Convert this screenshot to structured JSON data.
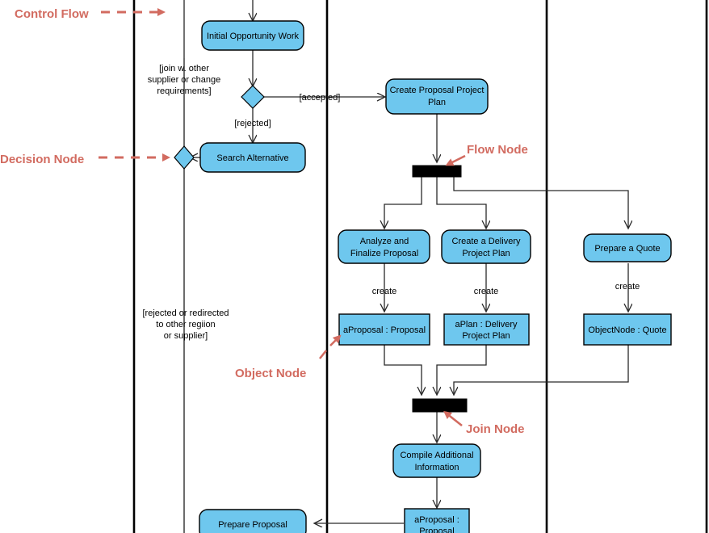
{
  "diagram": {
    "type": "uml-activity-diagram",
    "background": "#ffffff",
    "node_fill": "#6ec7ee",
    "node_stroke": "#000000",
    "annotation_color": "#d26b60",
    "bar_color": "#000000"
  },
  "annotations": [
    {
      "id": "control-flow",
      "label": "Control Flow"
    },
    {
      "id": "decision-node",
      "label": "Decision Node"
    },
    {
      "id": "flow-node",
      "label": "Flow Node"
    },
    {
      "id": "object-node",
      "label": "Object Node"
    },
    {
      "id": "join-node",
      "label": "Join Node"
    }
  ],
  "activities": [
    {
      "id": "initial-opportunity-work",
      "line1": "Initial Opportunity Work",
      "line2": ""
    },
    {
      "id": "search-alternative",
      "line1": "Search Alternative",
      "line2": ""
    },
    {
      "id": "create-proposal-project-plan",
      "line1": "Create Proposal Project",
      "line2": "Plan"
    },
    {
      "id": "analyze-and-finalize-proposal",
      "line1": "Analyze and",
      "line2": "Finalize Proposal"
    },
    {
      "id": "create-a-delivery-project-plan",
      "line1": "Create a Delivery",
      "line2": "Project Plan"
    },
    {
      "id": "prepare-a-quote",
      "line1": "Prepare a Quote",
      "line2": ""
    },
    {
      "id": "compile-additional-information",
      "line1": "Compile Additional",
      "line2": "Information"
    },
    {
      "id": "prepare-proposal",
      "line1": "Prepare Proposal",
      "line2": ""
    }
  ],
  "object_nodes": [
    {
      "id": "aproposal-proposal",
      "line1": "aProposal : Proposal",
      "line2": ""
    },
    {
      "id": "aplan-delivery-project-plan",
      "line1": "aPlan : Delivery",
      "line2": "Project Plan"
    },
    {
      "id": "objectnode-quote",
      "line1": "ObjectNode : Quote",
      "line2": ""
    },
    {
      "id": "aproposal-proposal-bottom",
      "line1": "aProposal :",
      "line2": "Proposal"
    }
  ],
  "edge_labels": {
    "join_with_other_supplier": {
      "line1": "[join w. other",
      "line2": "supplier or change",
      "line3": "requirements]"
    },
    "accepted": "[accepted]",
    "rejected": "[rejected]",
    "rejected_or_redirected": {
      "line1": "[rejected or redirected",
      "line2": "to other regiion",
      "line3": "or supplier]"
    },
    "create_1": "create",
    "create_2": "create",
    "create_3": "create"
  },
  "control_nodes": [
    {
      "id": "decision-diamond-accept-reject",
      "kind": "decision"
    },
    {
      "id": "merge-diamond-search-alternative",
      "kind": "merge"
    },
    {
      "id": "fork-bar",
      "kind": "fork"
    },
    {
      "id": "join-bar",
      "kind": "join"
    }
  ]
}
